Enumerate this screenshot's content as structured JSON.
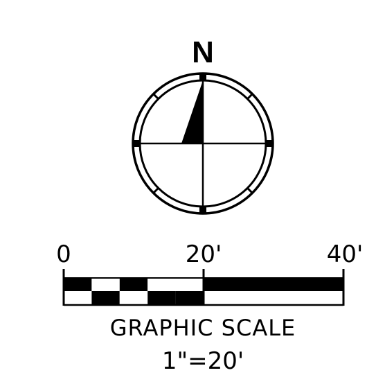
{
  "north_arrow": {
    "letter": "N",
    "icon": "north-arrow-icon"
  },
  "graphic_scale": {
    "tick_labels": [
      "0",
      "20'",
      "40'"
    ],
    "title": "GRAPHIC SCALE",
    "ratio": "1\"=20'",
    "max_feet": 40,
    "fine_divisions": 5,
    "colors": {
      "ink": "#000000",
      "paper": "#ffffff"
    }
  }
}
